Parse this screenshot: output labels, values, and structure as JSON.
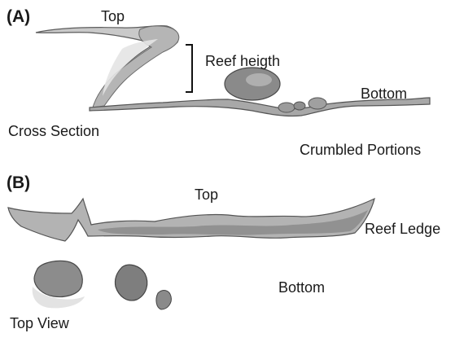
{
  "panel_a": {
    "tag": "(A)",
    "label_top": "Top",
    "label_reef_height": "Reef heigth",
    "label_bottom": "Bottom",
    "caption": "Cross Section",
    "label_crumbled": "Crumbled Portions"
  },
  "panel_b": {
    "tag": "(B)",
    "label_top": "Top",
    "label_ledge": "Reef Ledge",
    "label_bottom": "Bottom",
    "caption": "Top View"
  },
  "colors": {
    "rock_light": "#d2d2d2",
    "rock_mid": "#a9a9a9",
    "rock_dark": "#6e6e6e",
    "rock_edge": "#555555",
    "background": "#ffffff"
  }
}
